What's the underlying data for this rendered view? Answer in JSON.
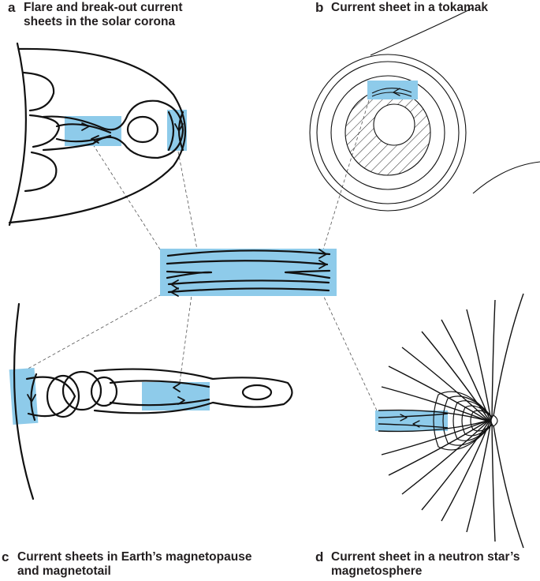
{
  "colors": {
    "sheet": "#8ecbea",
    "line": "#111111",
    "text": "#231f20"
  },
  "panels": {
    "a": {
      "letter": "a",
      "title_line1": "Flare and break-out current",
      "title_line2": "sheets in the solar corona"
    },
    "b": {
      "letter": "b",
      "title_line1": "Current sheet in a tokamak",
      "title_line2": ""
    },
    "c": {
      "letter": "c",
      "title_line1": "Current sheets in Earth’s magnetopause",
      "title_line2": "and magnetotail"
    },
    "d": {
      "letter": "d",
      "title_line1": "Current sheet in a neutron star’s",
      "title_line2": "magnetosphere"
    }
  }
}
